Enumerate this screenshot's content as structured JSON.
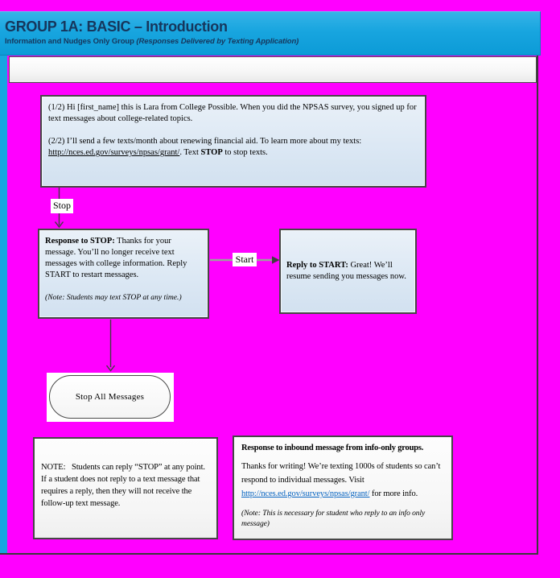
{
  "header": {
    "title": "GROUP 1A: BASIC – Introduction",
    "subtitle": "Information and Nudges Only Group ",
    "subtitle_italic": "(Responses Delivered by Texting Application)"
  },
  "colors": {
    "background": "#FF00FF",
    "header_top": "#35B3E7",
    "header_bottom": "#0C9BD7",
    "header_text": "#16365C",
    "accent_strip": "#17A5E1",
    "box_fill_top": "#EAF1F8",
    "box_fill_bottom": "#D2E1F0",
    "link_blue": "#0563C1",
    "connector_line": "#3F3F3F"
  },
  "flowchart": {
    "intro_box": {
      "p1": "(1/2) Hi [first_name] this is Lara from College Possible. When you did the NPSAS survey, you signed up for text messages about college-related topics.",
      "p2_pre": "(2/2) I’ll send a few texts/month about renewing financial aid. To learn more about my texts: ",
      "p2_link": "http://nces.ed.gov/surveys/npsas/grant/",
      "p2_mid": ". Text ",
      "p2_bold": "STOP",
      "p2_post": " to stop texts."
    },
    "stop_label": "Stop",
    "start_label": "Start",
    "response_stop_box": {
      "bold": "Response to STOP:",
      "text": " Thanks for your message. You’ll no longer receive text messages with college information. Reply START to restart messages.",
      "note": "(Note: Students may text STOP at any time.)"
    },
    "reply_start_box": {
      "bold": "Reply to START:",
      "text": " Great! We’ll resume sending you messages now."
    },
    "terminator": {
      "label": "Stop All Messages"
    },
    "note_box": {
      "text": "NOTE:   Students can reply “STOP” at any point. If a student does not reply to a text message that requires a reply, then they will not receive the follow-up text message."
    },
    "inbound_box": {
      "title": "Response to inbound message from info-only groups.",
      "p_pre": "Thanks for writing! We’re texting 1000s of students so can’t respond to individual messages. Visit ",
      "p_link": "http://nces.ed.gov/surveys/npsas/grant/",
      "p_post": " for more info.",
      "note": "(Note: This is necessary for student who reply to an info only message)"
    }
  }
}
